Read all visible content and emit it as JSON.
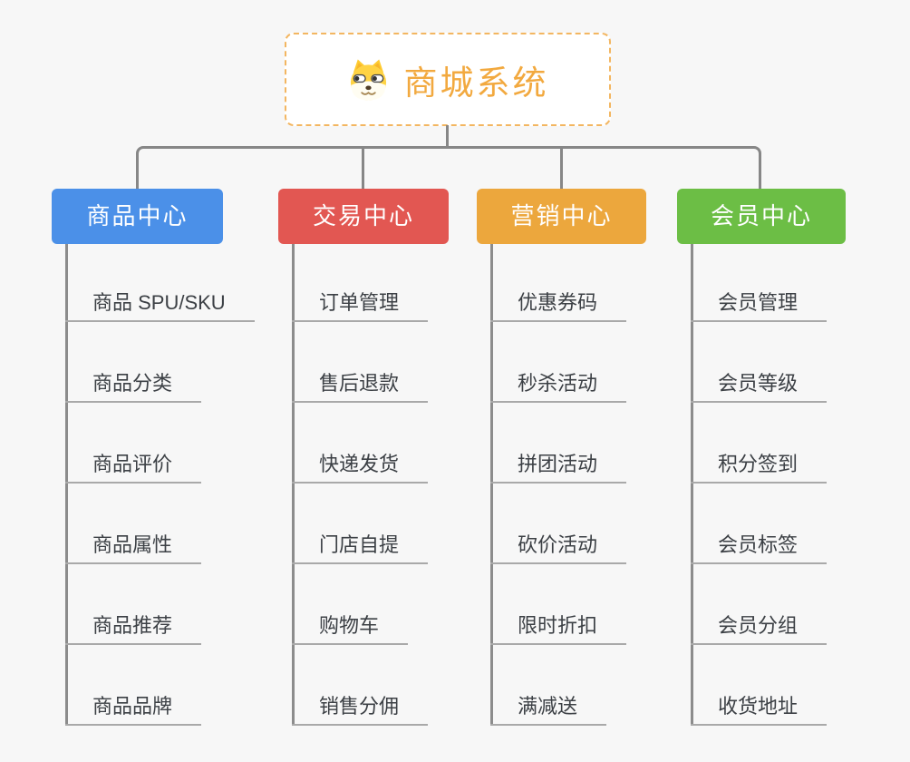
{
  "root": {
    "title": "商城系统",
    "icon": "doge-icon",
    "accent_color": "#F2A93F",
    "border_color": "#F3B661"
  },
  "branches": [
    {
      "label": "商品中心",
      "color": "#4B90E8",
      "children": [
        "商品 SPU/SKU",
        "商品分类",
        "商品评价",
        "商品属性",
        "商品推荐",
        "商品品牌"
      ]
    },
    {
      "label": "交易中心",
      "color": "#E25752",
      "children": [
        "订单管理",
        "售后退款",
        "快递发货",
        "门店自提",
        "购物车",
        "销售分佣"
      ]
    },
    {
      "label": "营销中心",
      "color": "#ECA73D",
      "children": [
        "优惠券码",
        "秒杀活动",
        "拼团活动",
        "砍价活动",
        "限时折扣",
        "满减送"
      ]
    },
    {
      "label": "会员中心",
      "color": "#6CBE45",
      "children": [
        "会员管理",
        "会员等级",
        "积分签到",
        "会员标签",
        "会员分组",
        "收货地址"
      ]
    }
  ],
  "connectors": {
    "line_color": "#878787",
    "spine_color": "#8C8C8C",
    "underline_color": "#A9A9A9"
  },
  "leaf_text_color": "#3C4045",
  "background_color": "#F7F7F7"
}
